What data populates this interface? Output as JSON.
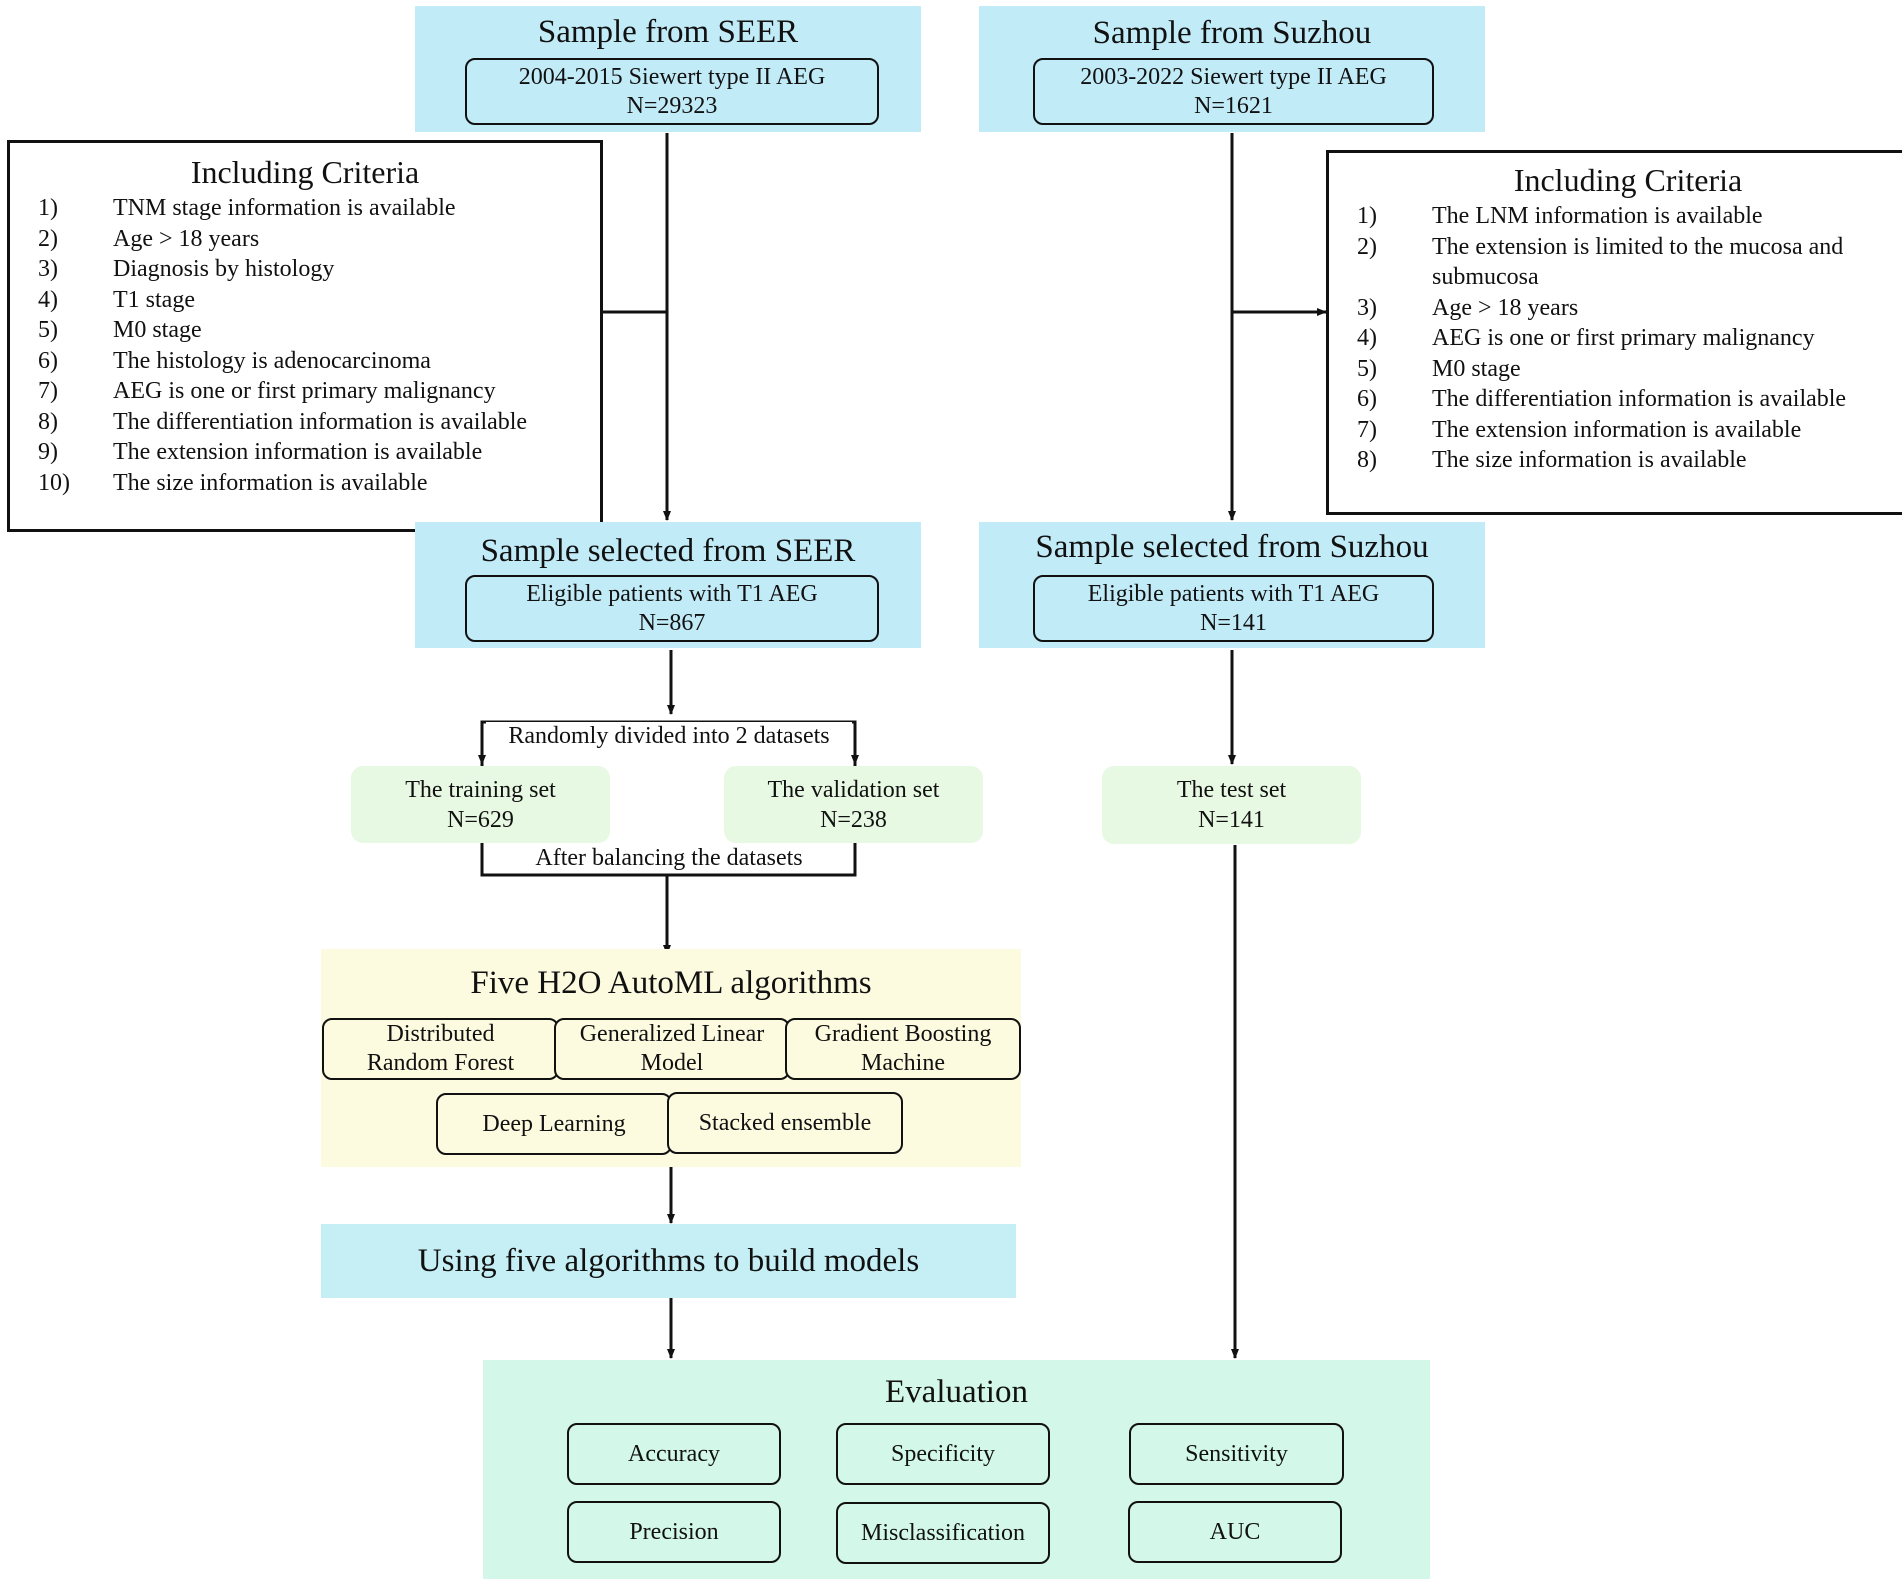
{
  "seer_sample": {
    "title": "Sample from SEER",
    "line1": "2004-2015 Siewert type II AEG",
    "line2": "N=29323"
  },
  "suzhou_sample": {
    "title": "Sample from Suzhou",
    "line1": "2003-2022 Siewert type II AEG",
    "line2": "N=1621"
  },
  "seer_criteria": {
    "title": "Including Criteria",
    "items": [
      {
        "num": "1)",
        "text": "TNM stage information is available"
      },
      {
        "num": "2)",
        "text": "Age > 18 years"
      },
      {
        "num": "3)",
        "text": "Diagnosis by histology"
      },
      {
        "num": "4)",
        "text": "T1 stage"
      },
      {
        "num": "5)",
        "text": "M0 stage"
      },
      {
        "num": "6)",
        "text": "The histology is adenocarcinoma"
      },
      {
        "num": "7)",
        "text": "AEG is one or first primary malignancy"
      },
      {
        "num": "8)",
        "text": "The differentiation information is available"
      },
      {
        "num": "9)",
        "text": "The extension information is available"
      },
      {
        "num": "10)",
        "text": "The size information is available"
      }
    ]
  },
  "suzhou_criteria": {
    "title": "Including Criteria",
    "items": [
      {
        "num": "1)",
        "text": "The LNM information is available"
      },
      {
        "num": "2)",
        "text": "The extension is limited to the mucosa and submucosa"
      },
      {
        "num": "3)",
        "text": "Age > 18 years"
      },
      {
        "num": "4)",
        "text": "AEG is one or first primary malignancy"
      },
      {
        "num": "5)",
        "text": "M0 stage"
      },
      {
        "num": "6)",
        "text": "The differentiation information is available"
      },
      {
        "num": "7)",
        "text": "The extension information is available"
      },
      {
        "num": "8)",
        "text": "The size information is available"
      }
    ]
  },
  "seer_selected": {
    "title": "Sample selected from SEER",
    "line1": "Eligible patients with T1 AEG",
    "line2": "N=867"
  },
  "suzhou_selected": {
    "title": "Sample selected from Suzhou",
    "line1": "Eligible patients with T1 AEG",
    "line2": "N=141"
  },
  "split_label": "Randomly divided into 2 datasets",
  "training_set": {
    "line1": "The training set",
    "line2": "N=629"
  },
  "validation_set": {
    "line1": "The validation set",
    "line2": "N=238"
  },
  "test_set": {
    "line1": "The test set",
    "line2": "N=141"
  },
  "balance_label": "After balancing the datasets",
  "automl": {
    "title": "Five H2O AutoML algorithms",
    "drf": {
      "line1": "Distributed",
      "line2": "Random Forest"
    },
    "glm": {
      "line1": "Generalized Linear",
      "line2": "Model"
    },
    "gbm": {
      "line1": "Gradient Boosting",
      "line2": "Machine"
    },
    "dl": "Deep Learning",
    "se": "Stacked ensemble"
  },
  "build_models": "Using five algorithms to build models",
  "evaluation": {
    "title": "Evaluation",
    "metrics": [
      "Accuracy",
      "Specificity",
      "Sensitivity",
      "Precision",
      "Misclassification",
      "AUC"
    ]
  }
}
